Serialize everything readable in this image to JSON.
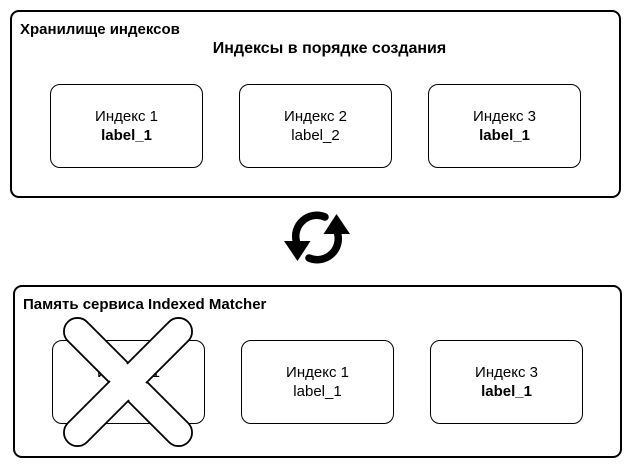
{
  "storage": {
    "title": "Хранилище индексов",
    "subtitle": "Индексы в порядке создания",
    "indexes": [
      {
        "name": "Индекс 1",
        "label": "label_1",
        "label_bold": true
      },
      {
        "name": "Индекс 2",
        "label": "label_2",
        "label_bold": false
      },
      {
        "name": "Индекс 3",
        "label": "label_1",
        "label_bold": true
      }
    ]
  },
  "matcher": {
    "title": "Память сервиса Indexed Matcher",
    "indexes": [
      {
        "name": "Индекс 1",
        "label": "label_1",
        "label_bold": false,
        "crossed_out": true
      },
      {
        "name": "Индекс 1",
        "label": "label_1",
        "label_bold": false,
        "crossed_out": false
      },
      {
        "name": "Индекс 3",
        "label": "label_1",
        "label_bold": true,
        "crossed_out": false
      }
    ]
  },
  "icons": {
    "sync": "sync-arrows-icon",
    "cross": "cross-out-icon"
  },
  "colors": {
    "line": "#000000",
    "background": "#ffffff",
    "text": "#000000"
  }
}
